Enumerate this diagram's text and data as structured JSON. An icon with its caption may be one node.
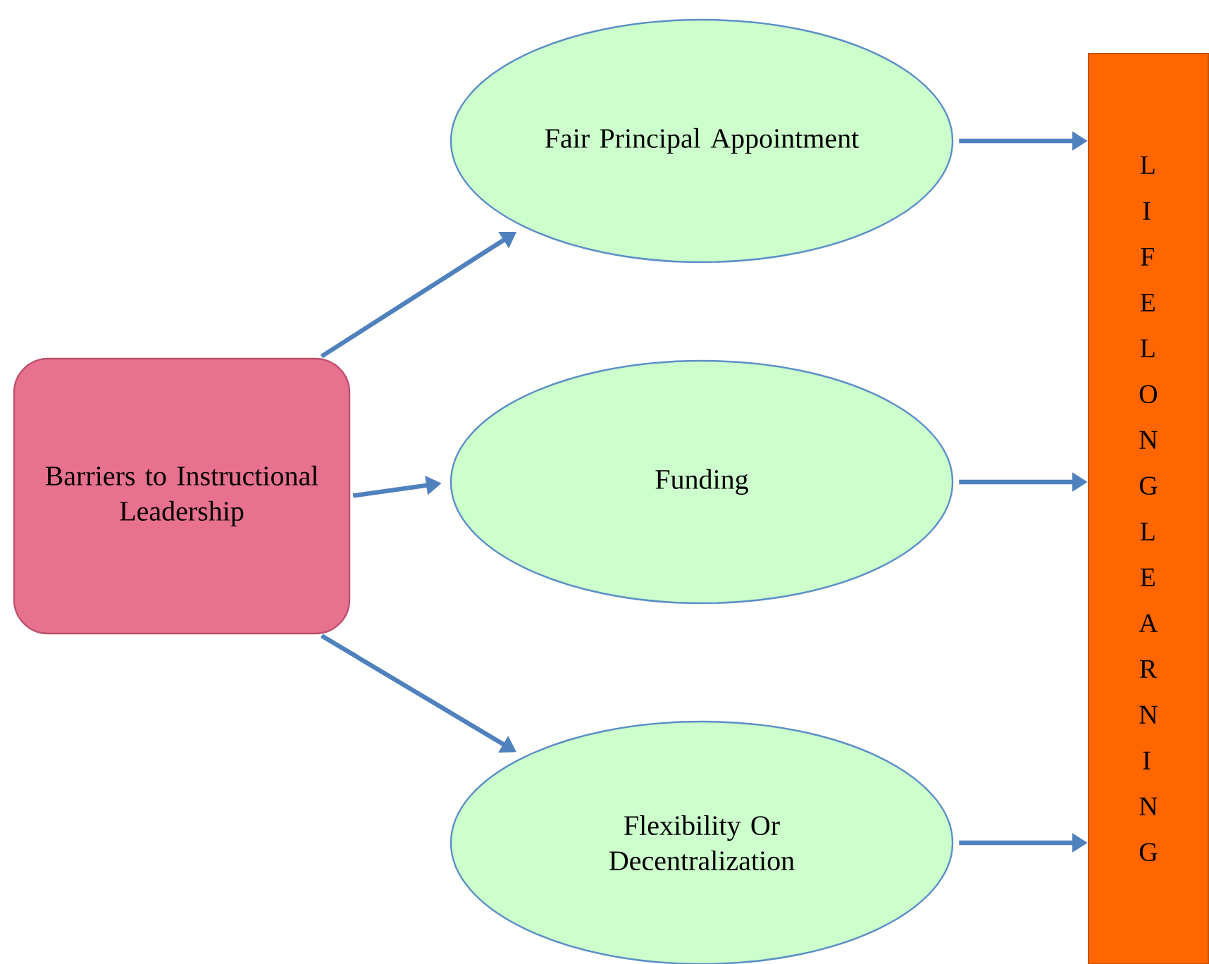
{
  "diagram": {
    "nodes": [
      {
        "text": [
          "Barriers to Instructional Leadership"
        ]
      },
      {
        "text": [
          "Fair Principal Appointment"
        ]
      },
      {
        "text": [
          "Funding"
        ]
      },
      {
        "text": [
          "Flexibility Or Decentralization"
        ]
      },
      {
        "text": [
          "LIFELONG LEARNING"
        ]
      }
    ],
    "edges": [
      {
        "from": 0,
        "to": 1,
        "arrow": "to"
      },
      {
        "from": 0,
        "to": 2,
        "arrow": "to"
      },
      {
        "from": 0,
        "to": 3,
        "arrow": "to"
      },
      {
        "from": 1,
        "to": 4,
        "arrow": "to"
      },
      {
        "from": 2,
        "to": 4,
        "arrow": "to"
      },
      {
        "from": 3,
        "to": 4,
        "arrow": "to"
      }
    ]
  }
}
